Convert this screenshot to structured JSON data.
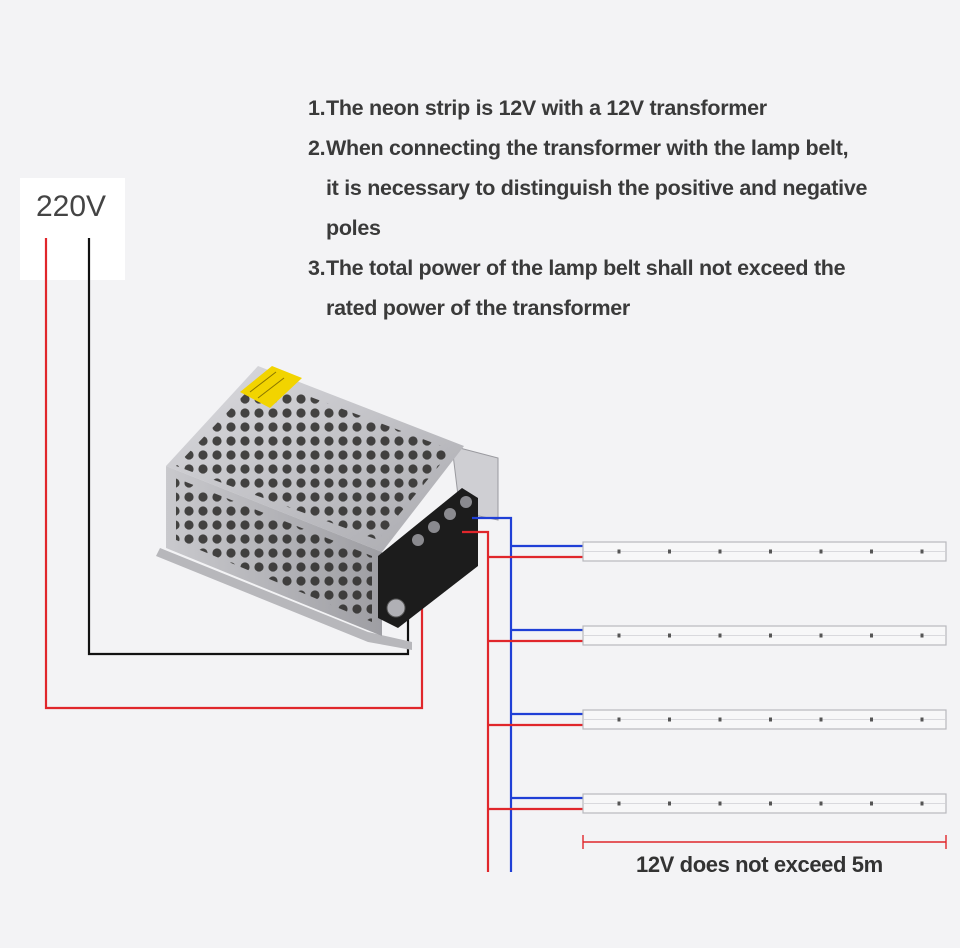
{
  "notes": [
    {
      "number": "1.",
      "text": "The neon strip is 12V with a 12V transformer",
      "continuation": []
    },
    {
      "number": "2.",
      "text": "When connecting the transformer with the lamp belt,",
      "continuation": [
        "it is necessary to distinguish the positive and negative",
        "poles"
      ]
    },
    {
      "number": "3.",
      "text": "The total power of the lamp belt shall not exceed the",
      "continuation": [
        "rated power of the transformer"
      ]
    }
  ],
  "input_voltage": "220V",
  "length_note": "12V does not exceed 5m",
  "strips": {
    "count": 4,
    "dots_per_strip": 7
  },
  "colors": {
    "background": "#f3f3f5",
    "positive_wire": "#e0262b",
    "negative_wire": "#1f3fd6",
    "neutral_wire": "#111111",
    "strip_fill": "#f7f7f8",
    "strip_outline": "#b8b8bd",
    "transformer_body": "#c8c8cc",
    "warning_label": "#f2d400"
  },
  "icons": [
    "transformer-icon",
    "led-strip-icon",
    "terminal-block-icon"
  ]
}
